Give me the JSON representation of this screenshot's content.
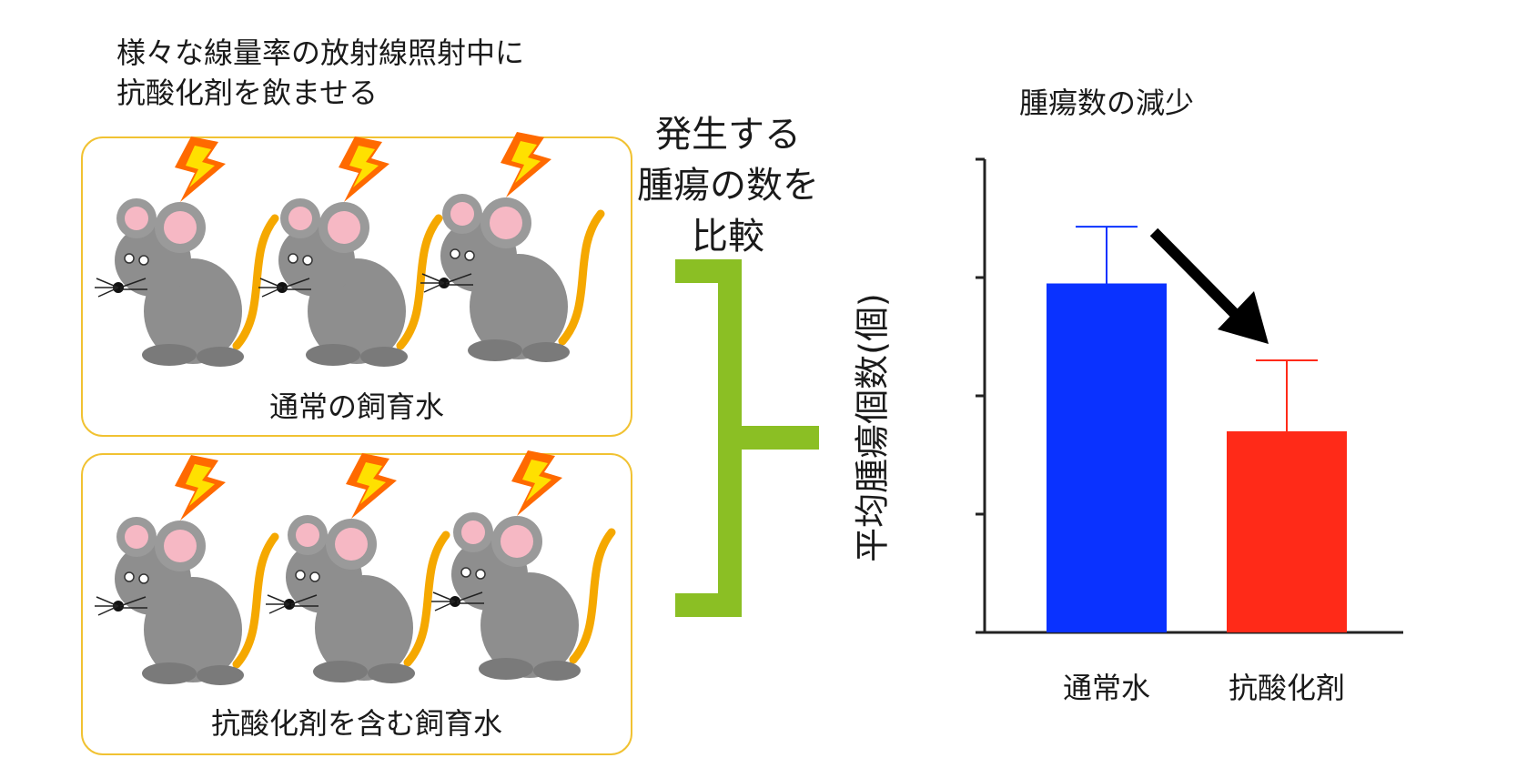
{
  "intro": {
    "line1": "様々な線量率の放射線照射中に",
    "line2": "抗酸化剤を飲ませる"
  },
  "groups": [
    {
      "label": "通常の飼育水",
      "mouse_count": 3
    },
    {
      "label": "抗酸化剤を含む飼育水",
      "mouse_count": 3
    }
  ],
  "compare": {
    "line1": "発生する",
    "line2": "腫瘍の数を",
    "line3": "比較"
  },
  "colors": {
    "box_border": "#f1c232",
    "bracket": "#8bbf24",
    "bar_normal": "#0a32ff",
    "bar_antiox": "#ff2a18",
    "bolt_fill": "#ff6a00",
    "bolt_inner": "#ffe000",
    "mouse_body": "#8e8e8e",
    "mouse_ear": "#f6b8c4",
    "mouse_tail": "#f5a800"
  },
  "icons": [
    "lightning-bolt-icon",
    "mouse-icon",
    "arrow-down-right-icon"
  ],
  "chart_data": {
    "type": "bar",
    "title": "腫瘍数の減少",
    "ylabel": "平均腫瘍個数(個)",
    "xlabel": "",
    "categories": [
      "通常水",
      "抗酸化剤"
    ],
    "values": [
      2.95,
      1.7
    ],
    "errors": [
      0.48,
      0.6
    ],
    "ylim": [
      0,
      4
    ],
    "y_ticks": [
      0,
      1,
      2,
      3,
      4
    ],
    "y_tick_labels_shown": false,
    "grid": false
  }
}
